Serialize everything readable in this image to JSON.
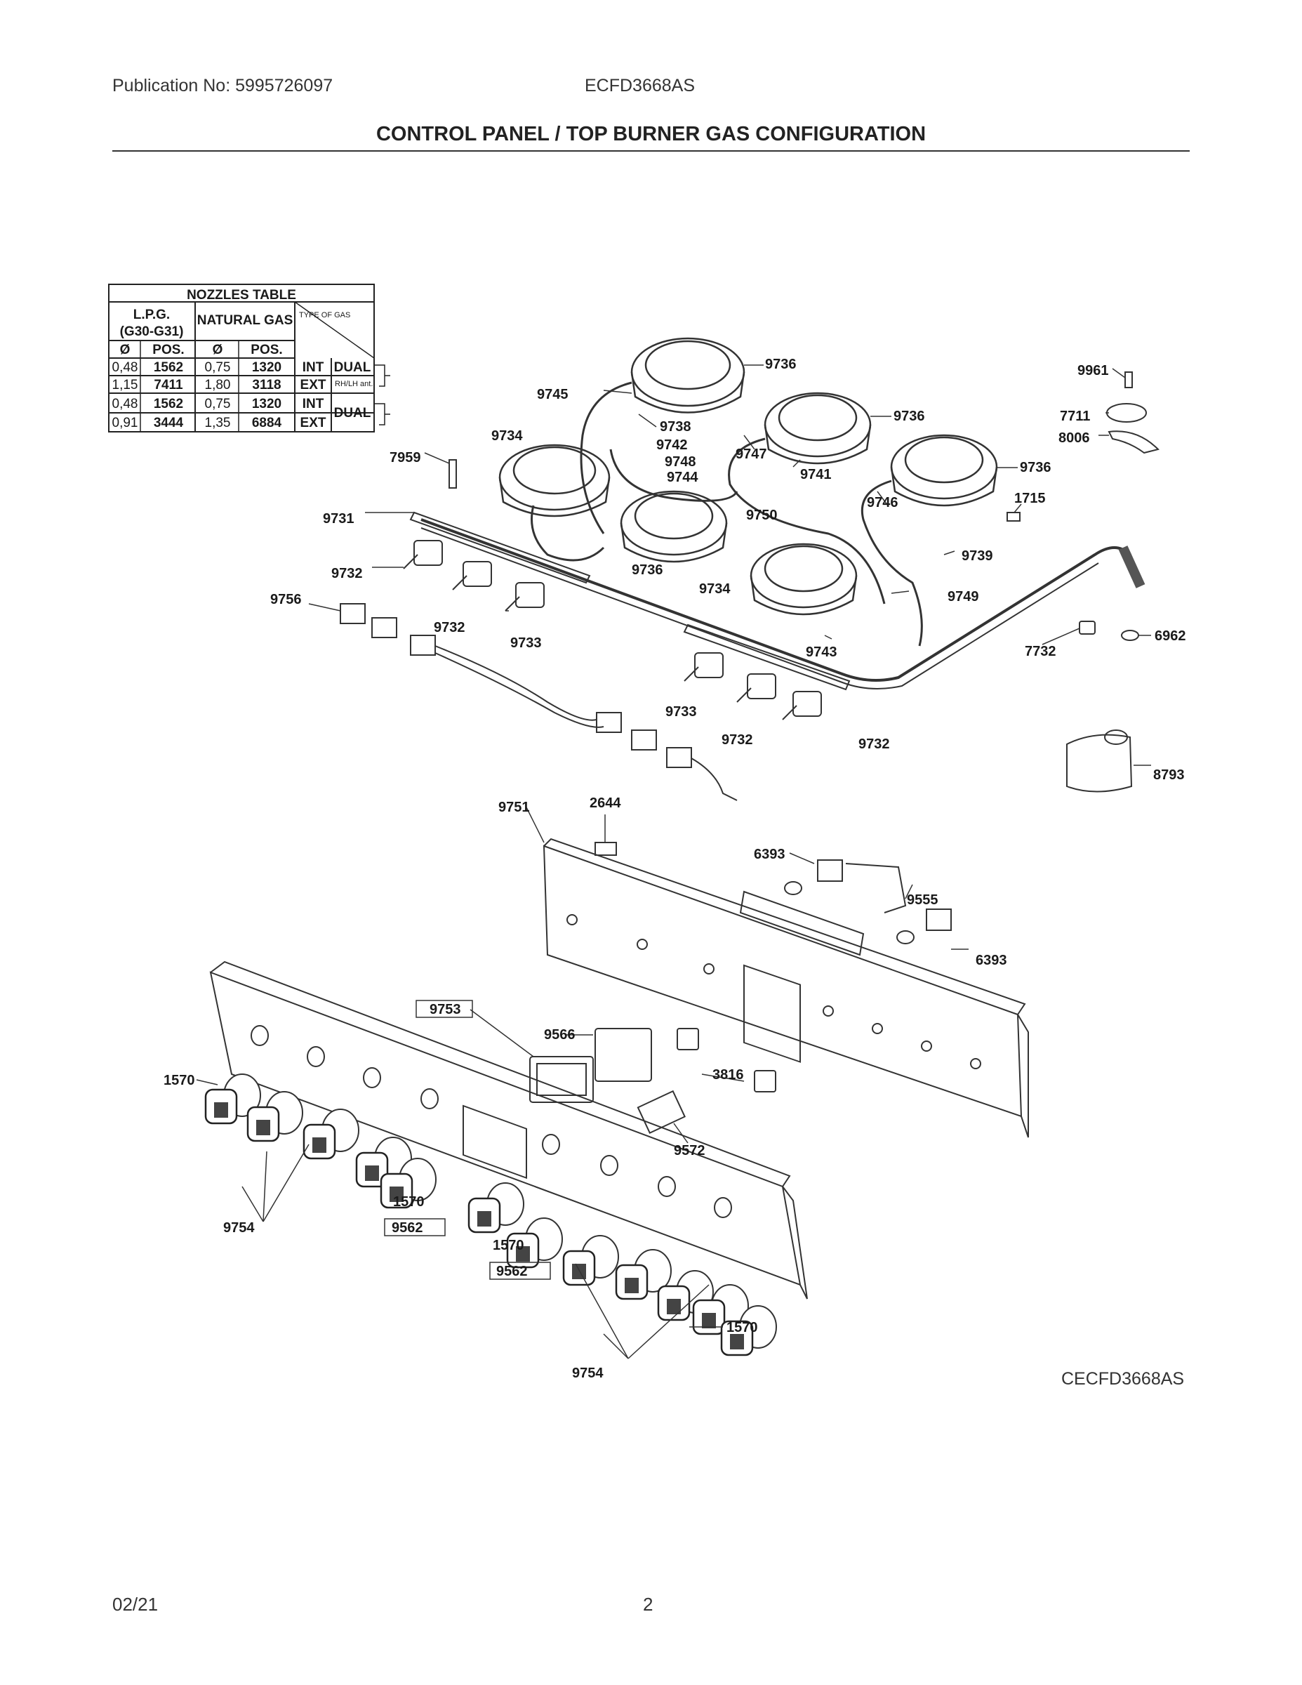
{
  "header": {
    "publication": "Publication No: 5995726097",
    "model": "ECFD3668AS",
    "title": "CONTROL PANEL / TOP BURNER GAS CONFIGURATION"
  },
  "nozzles_table": {
    "title": "NOZZLES TABLE",
    "lpg": "L.P.G.",
    "lpg_sub": "(G30-G31)",
    "natural_gas": "NATURAL GAS",
    "type_of_gas": "TYPE OF GAS",
    "col_dia": "Ø",
    "col_pos": "POS.",
    "dual": "DUAL",
    "rh_lh": "RH/LH ant.",
    "rows": [
      {
        "lpg_d": "0,48",
        "lpg_p": "1562",
        "ng_d": "0,75",
        "ng_p": "1320",
        "type": "INT"
      },
      {
        "lpg_d": "1,15",
        "lpg_p": "7411",
        "ng_d": "1,80",
        "ng_p": "3118",
        "type": "EXT"
      },
      {
        "lpg_d": "0,48",
        "lpg_p": "1562",
        "ng_d": "0,75",
        "ng_p": "1320",
        "type": "INT"
      },
      {
        "lpg_d": "0,91",
        "lpg_p": "3444",
        "ng_d": "1,35",
        "ng_p": "6884",
        "type": "EXT"
      }
    ]
  },
  "parts": {
    "p9736a": "9736",
    "p9736b": "9736",
    "p9736c": "9736",
    "p9736d": "9736",
    "p9745": "9745",
    "p9738": "9738",
    "p9734a": "9734",
    "p9742": "9742",
    "p9748": "9748",
    "p9744": "9744",
    "p9747": "9747",
    "p9741": "9741",
    "p9746": "9746",
    "p1715": "1715",
    "p9961": "9961",
    "p7711": "7711",
    "p8006": "8006",
    "p7959": "7959",
    "p9731": "9731",
    "p9750": "9750",
    "p9732a": "9732",
    "p9732b": "9732",
    "p9732c": "9732",
    "p9732d": "9732",
    "p9739": "9739",
    "p9734b": "9734",
    "p9749": "9749",
    "p9756": "9756",
    "p9733a": "9733",
    "p9733b": "9733",
    "p9743": "9743",
    "p7732": "7732",
    "p6962": "6962",
    "p8793": "8793",
    "p9751": "9751",
    "p2644": "2644",
    "p6393a": "6393",
    "p6393b": "6393",
    "p9555": "9555",
    "p9753": "9753",
    "p9566": "9566",
    "p3816": "3816",
    "p9572": "9572",
    "p1570a": "1570",
    "p1570b": "1570",
    "p1570c": "1570",
    "p1570d": "1570",
    "p9562a": "9562",
    "p9562b": "9562",
    "p9754a": "9754",
    "p9754b": "9754"
  },
  "diagram_code": "CECFD3668AS",
  "footer": {
    "date": "02/21",
    "page": "2"
  }
}
